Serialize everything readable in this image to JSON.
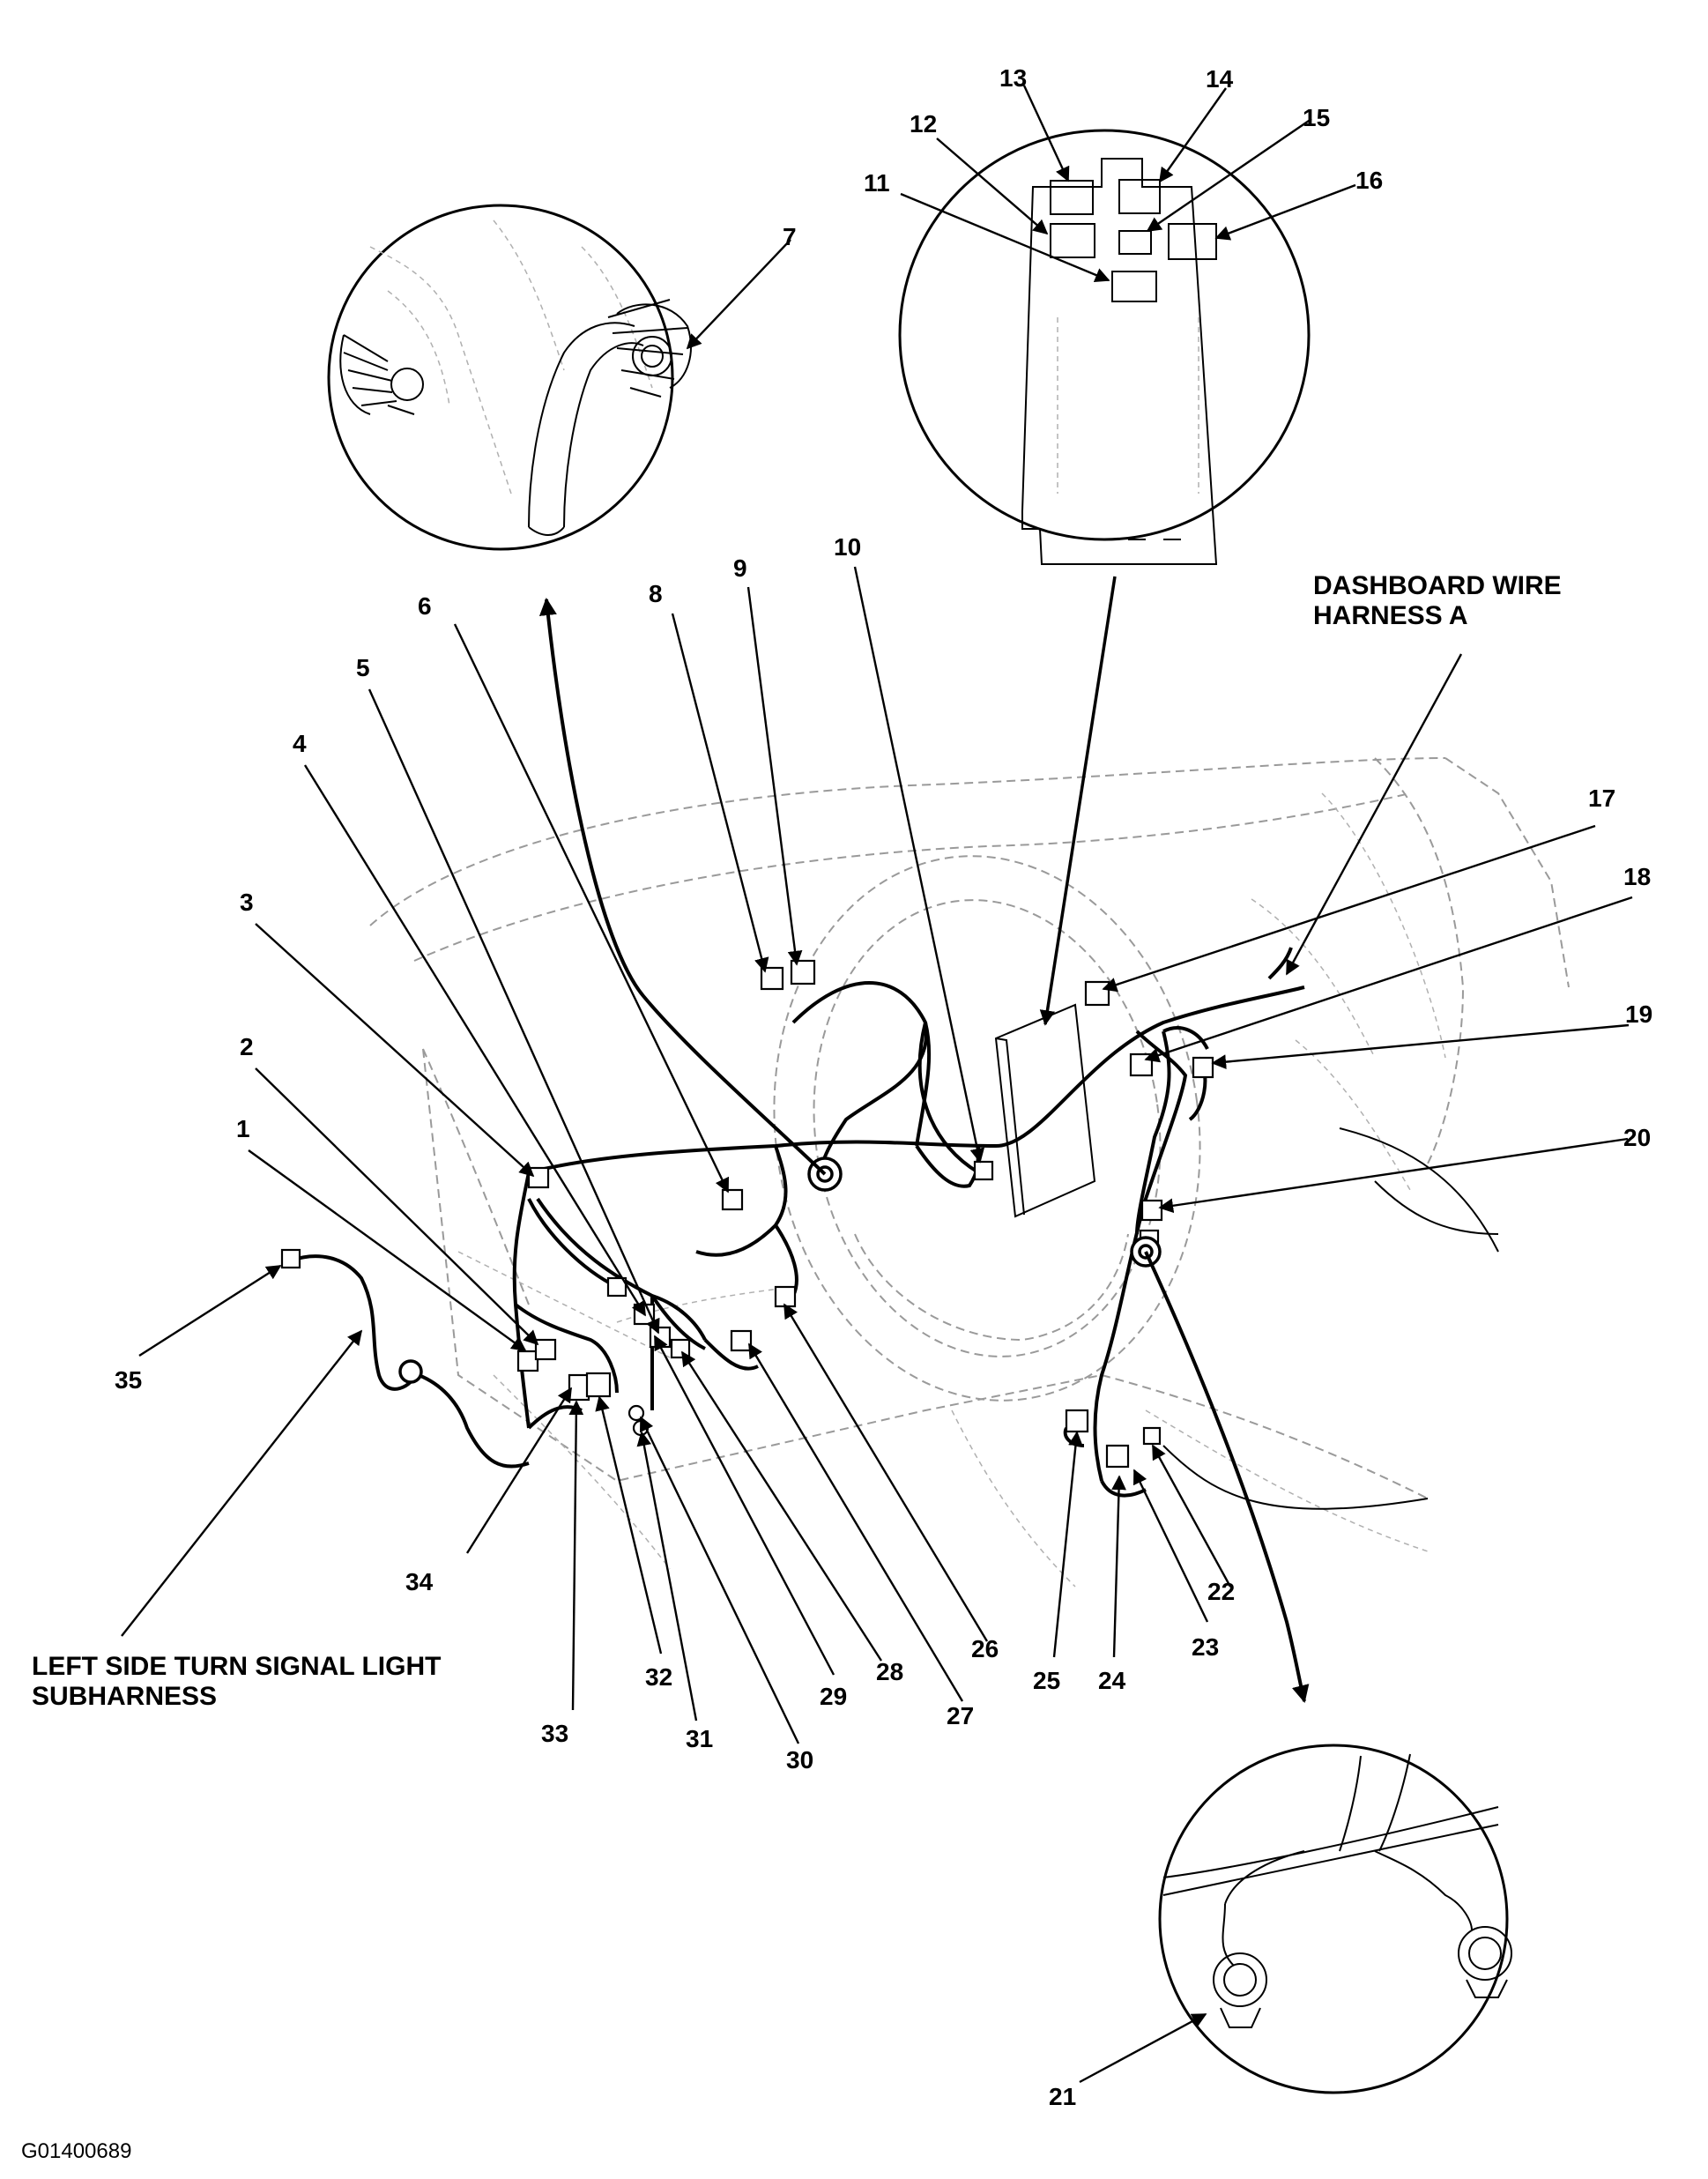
{
  "callouts": [
    "1",
    "2",
    "3",
    "4",
    "5",
    "6",
    "7",
    "8",
    "9",
    "10",
    "11",
    "12",
    "13",
    "14",
    "15",
    "16",
    "17",
    "18",
    "19",
    "20",
    "21",
    "22",
    "23",
    "24",
    "25",
    "26",
    "27",
    "28",
    "29",
    "30",
    "31",
    "32",
    "33",
    "34",
    "35"
  ],
  "labels": {
    "dashboard_harness_line1": "DASHBOARD WIRE",
    "dashboard_harness_line2": "HARNESS A",
    "left_subharness_line1": "LEFT SIDE TURN SIGNAL LIGHT",
    "left_subharness_line2": "SUBHARNESS"
  },
  "figure_code": "G01400689"
}
